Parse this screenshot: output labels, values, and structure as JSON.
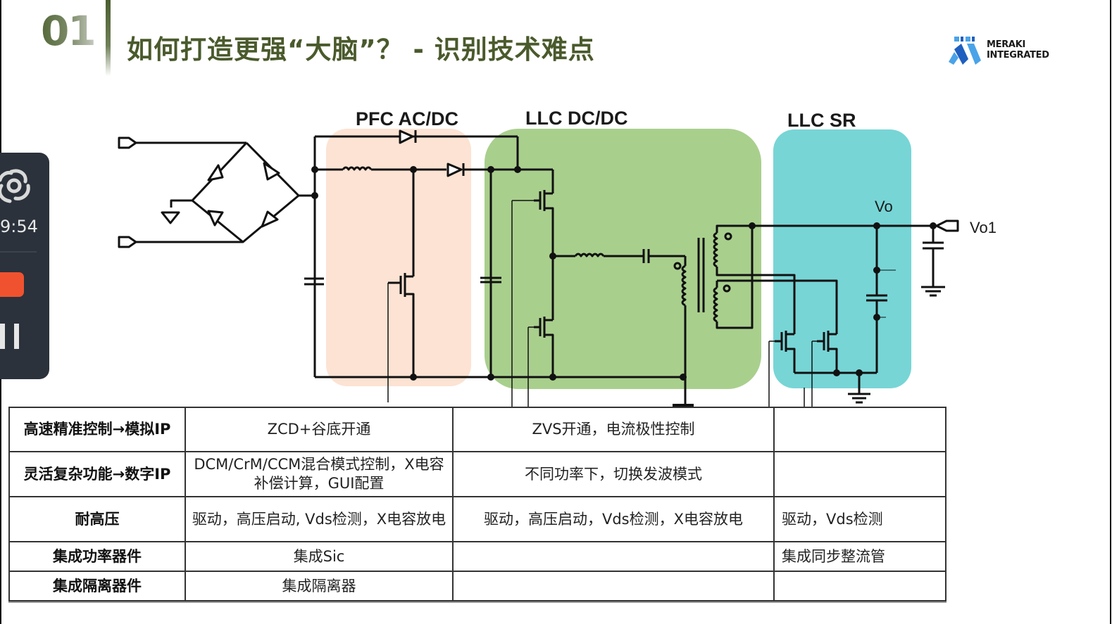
{
  "header": {
    "slide_number": "01",
    "title": "如何打造更强“大脑”？ - 识别技术难点"
  },
  "logo": {
    "line1": "MERAKI",
    "line2": "INTEGRATED",
    "colors": {
      "dark_blue": "#1f5fbf",
      "light_blue": "#4aa3e8"
    }
  },
  "recorder": {
    "icon": "openai-swirl-icon",
    "elapsed_time": "9:54",
    "stop_icon": "stop-record-icon",
    "pause_icon": "pause-icon",
    "colors": {
      "background": "#2b323c",
      "stop": "#f0522f"
    }
  },
  "schematic": {
    "blocks": [
      {
        "name": "pfc",
        "label": "PFC AC/DC",
        "color": "#fce3d3"
      },
      {
        "name": "llc",
        "label": "LLC DC/DC",
        "color": "#a9cf8d"
      },
      {
        "name": "sr",
        "label": "LLC SR",
        "color": "#77d5d6"
      }
    ],
    "node_labels": {
      "vo": "Vo",
      "vo1": "Vo1"
    }
  },
  "table": {
    "rows": [
      {
        "head": "高速精准控制→模拟IP",
        "cells": [
          "ZCD+谷底开通",
          "ZVS开通，电流极性控制",
          ""
        ]
      },
      {
        "head": "灵活复杂功能→数字IP",
        "cells": [
          "DCM/CrM/CCM混合模式控制，X电容补偿计算，GUI配置",
          "不同功率下，切换发波模式",
          ""
        ]
      },
      {
        "head": "耐高压",
        "cells": [
          "驱动，高压启动, Vds检测，X电容放电",
          "驱动，高压启动，Vds检测，X电容放电",
          "驱动，Vds检测"
        ]
      },
      {
        "head": "集成功率器件",
        "cells": [
          "集成Sic",
          "",
          "集成同步整流管"
        ]
      },
      {
        "head": "集成隔离器件",
        "cells": [
          "集成隔离器",
          "",
          ""
        ]
      }
    ]
  }
}
